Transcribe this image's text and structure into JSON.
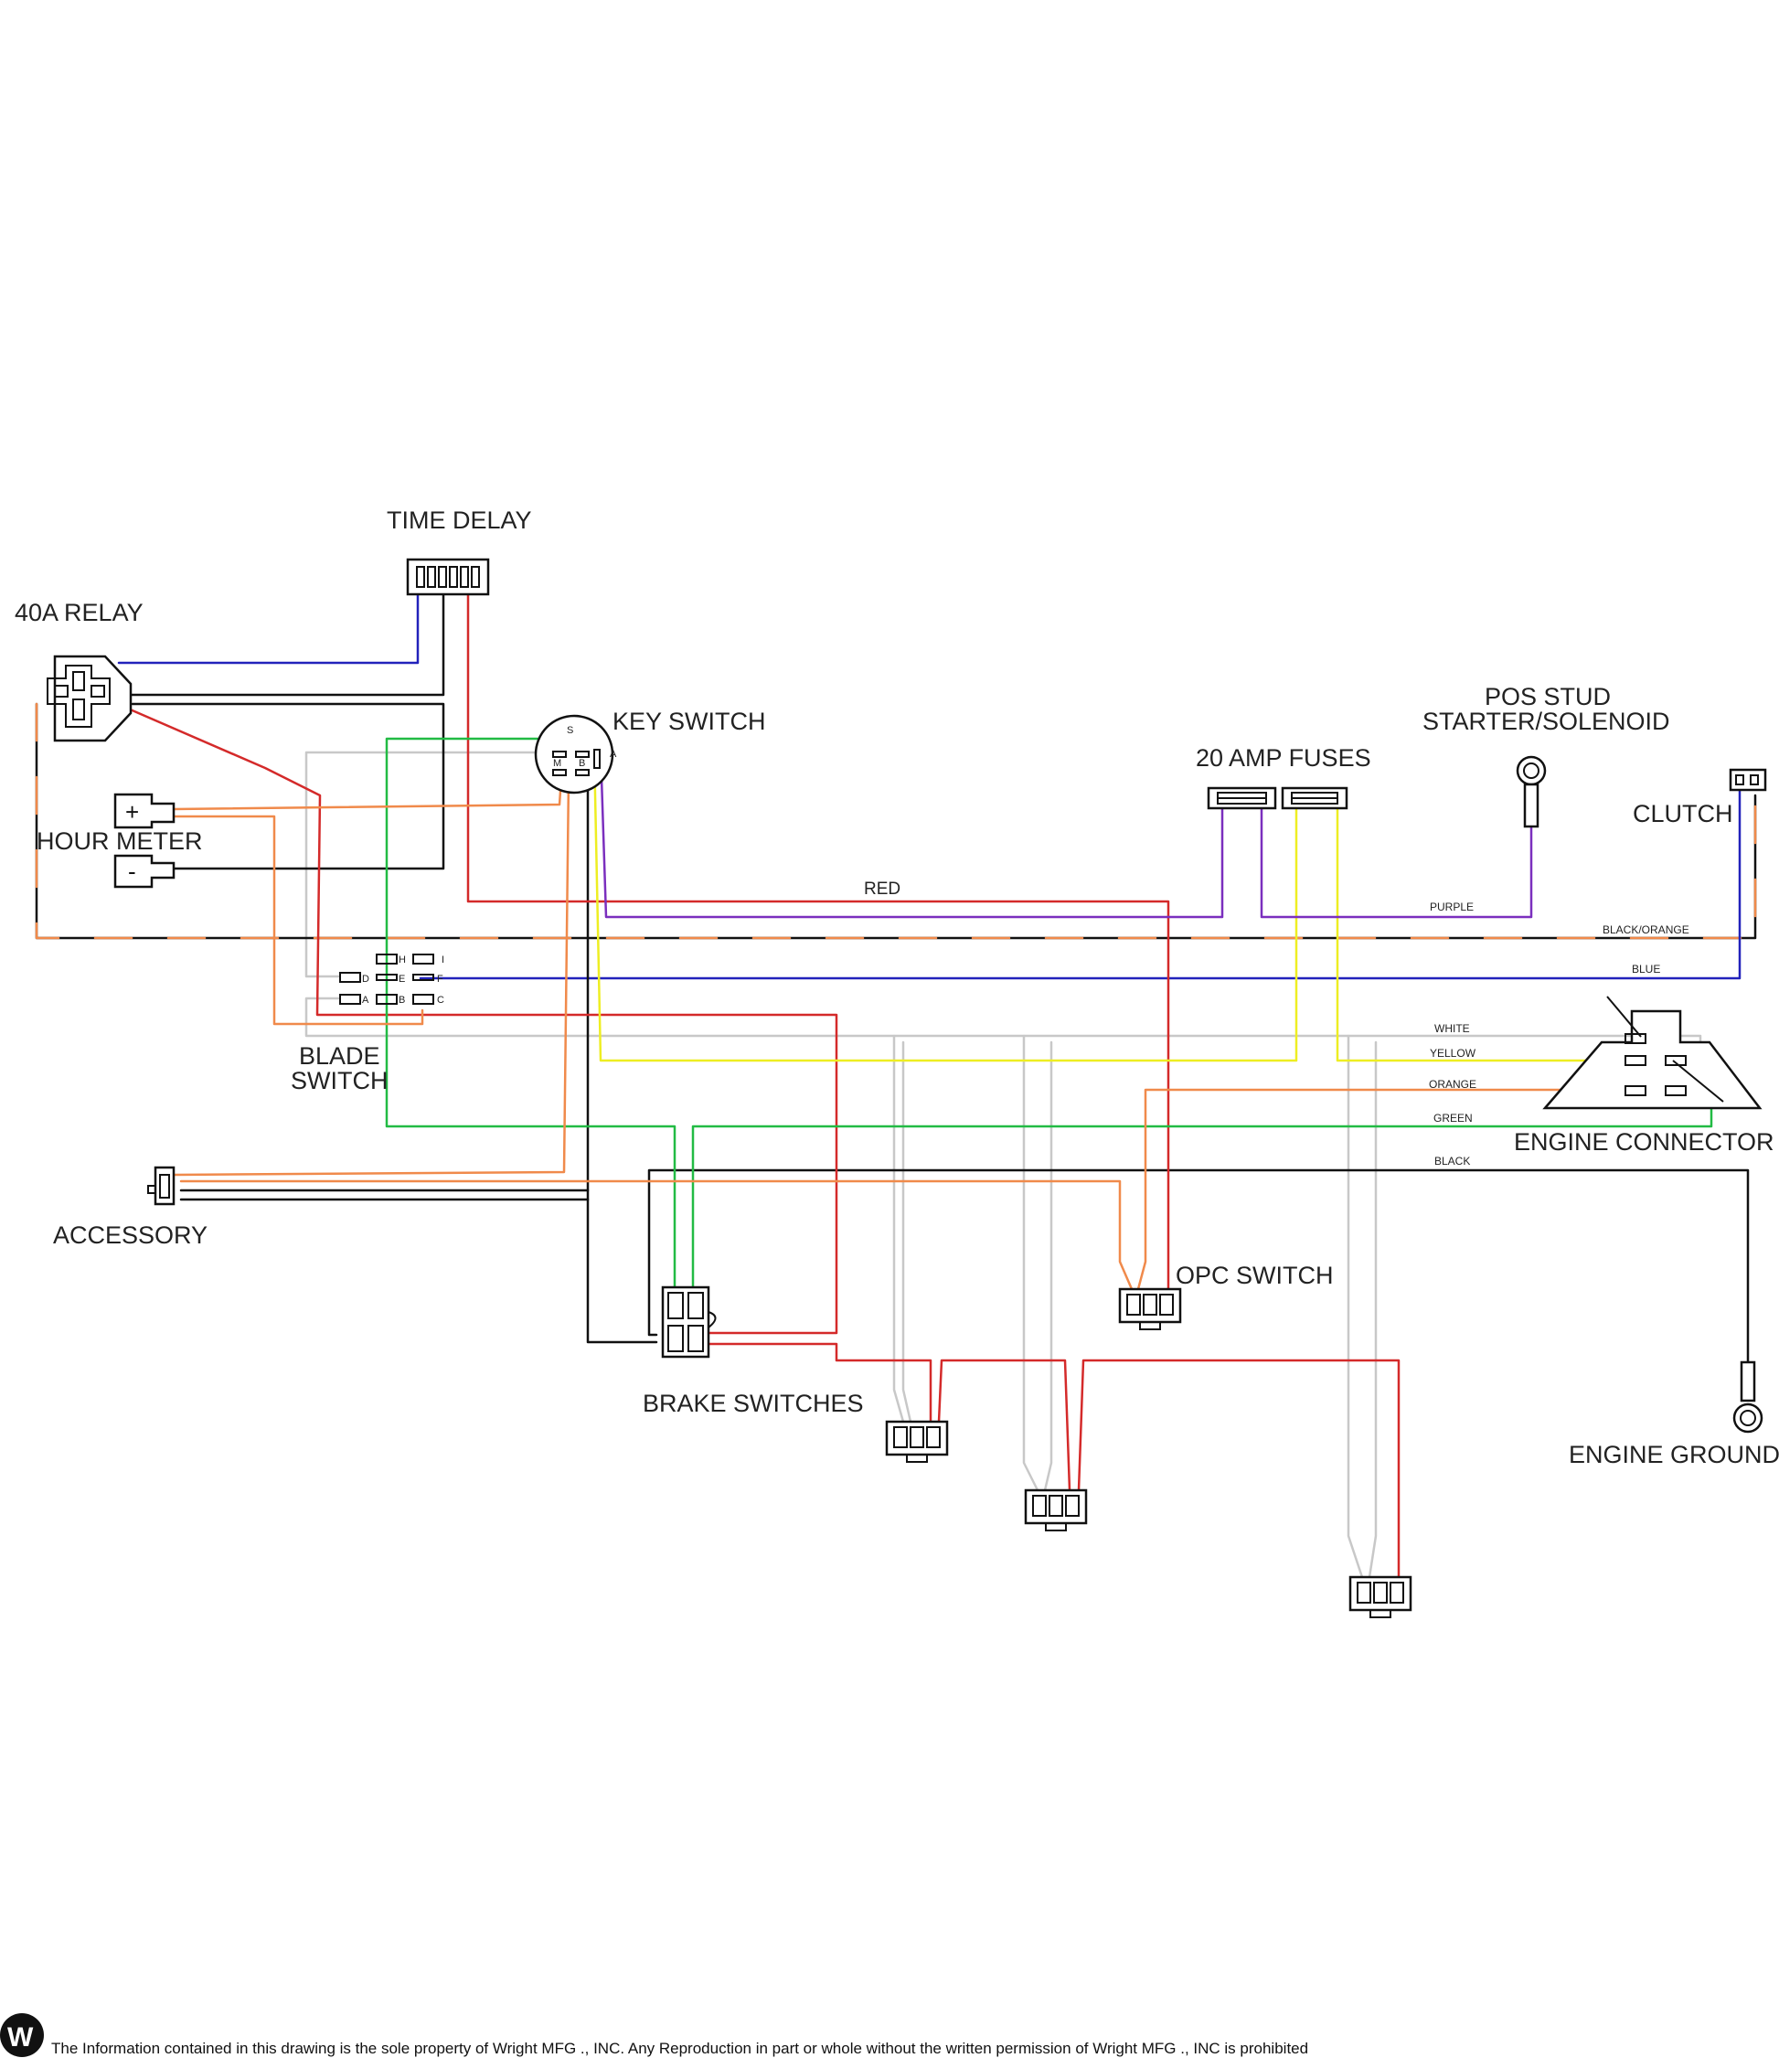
{
  "components": {
    "time_delay": "TIME DELAY",
    "relay": "40A RELAY",
    "key_switch": "KEY SWITCH",
    "fuses": "20 AMP FUSES",
    "pos_stud_1": "POS STUD",
    "pos_stud_2": "STARTER/SOLENOID",
    "clutch": "CLUTCH",
    "hour_meter": "HOUR METER",
    "blade_switch_1": "BLADE",
    "blade_switch_2": "SWITCH",
    "engine_connector": "ENGINE CONNECTOR",
    "accessory": "ACCESSORY",
    "opc_switch": "OPC SWITCH",
    "brake_switches": "BRAKE SWITCHES",
    "engine_ground": "ENGINE GROUND"
  },
  "hour_meter_terminals": {
    "plus": "+",
    "minus": "-"
  },
  "key_switch_pins": {
    "s": "S",
    "m": "M",
    "b": "B",
    "a": "A"
  },
  "blade_switch_pins": [
    "H",
    "I",
    "D",
    "E",
    "F",
    "A",
    "B",
    "C"
  ],
  "wire_labels": {
    "red": "RED",
    "purple": "PURPLE",
    "black_orange": "BLACK/ORANGE",
    "blue": "BLUE",
    "white": "WHITE",
    "yellow": "YELLOW",
    "orange": "ORANGE",
    "green": "GREEN",
    "black": "BLACK"
  },
  "wire_colors": {
    "red": "#d42a2a",
    "blue": "#2222bb",
    "black": "#111111",
    "orange": "#f08a4b",
    "green": "#22bb44",
    "yellow": "#eeee22",
    "purple": "#7b2fbe",
    "white": "#c8c8c8"
  },
  "footer": {
    "logo": "W",
    "notice": "The Information contained in this drawing is the sole property of Wright MFG ., INC. Any Reproduction in part or whole without the written permission of Wright MFG ., INC is prohibited"
  }
}
